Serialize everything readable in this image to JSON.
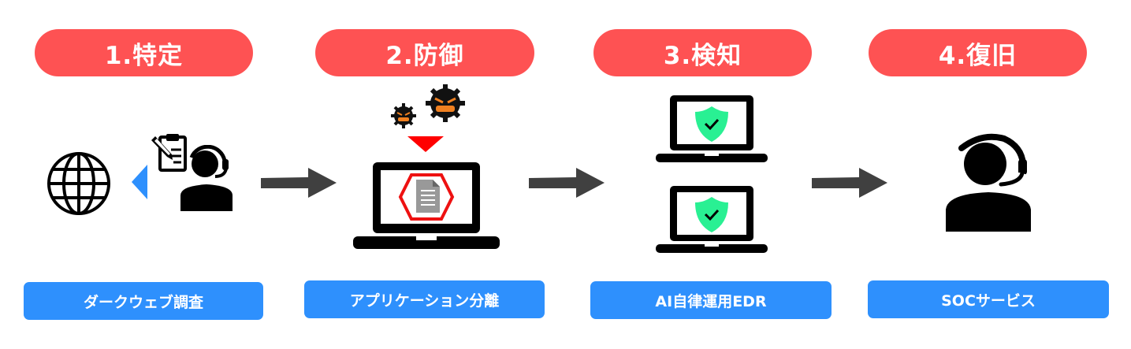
{
  "steps": [
    {
      "title": "1.特定",
      "service": "ダークウェブ調査"
    },
    {
      "title": "2.防御",
      "service": "アプリケーション分離"
    },
    {
      "title": "3.検知",
      "service": "AI自律運用EDR"
    },
    {
      "title": "4.復旧",
      "service": "SOCサービス"
    }
  ],
  "colors": {
    "step_pill": "#fe5253",
    "service_label": "#2e90fd",
    "flow_arrow": "#404040",
    "shield": "#29f093",
    "isolation_hexagon": "#ee1111",
    "attack_arrow": "#ff0000",
    "pointer_triangle": "#2e90fd"
  }
}
